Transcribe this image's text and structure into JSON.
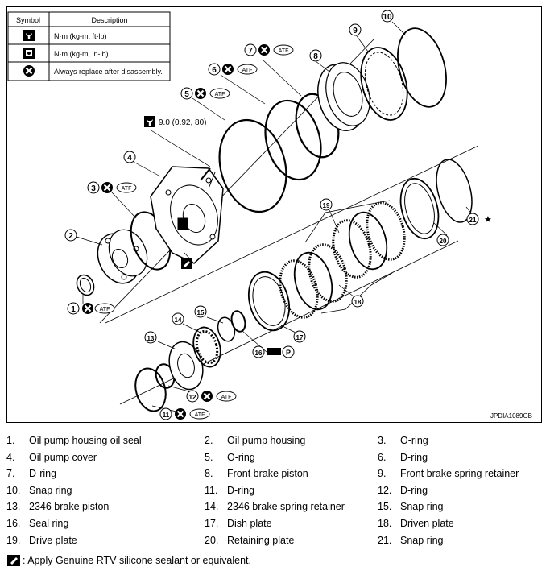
{
  "legend": {
    "header_symbol": "Symbol",
    "header_description": "Description",
    "rows": [
      {
        "icon": "torque-wrench-icon",
        "text": "N·m (kg-m, ft-lb)"
      },
      {
        "icon": "torque-wrench-small-icon",
        "text": "N·m (kg-m, in-lb)"
      },
      {
        "icon": "replace-x-icon",
        "text": "Always replace after disassembly."
      }
    ]
  },
  "torque_note": "9.0 (0.92, 80)",
  "atf_tag": "ATF",
  "p_tag": "P",
  "figure_code": "JPDIA1089GB",
  "callouts": [
    "1",
    "2",
    "3",
    "4",
    "5",
    "6",
    "7",
    "8",
    "9",
    "10",
    "11",
    "12",
    "13",
    "14",
    "15",
    "16",
    "17",
    "18",
    "19",
    "20",
    "21"
  ],
  "star": "★",
  "parts": [
    {
      "num": "1.",
      "name": "Oil pump housing oil seal"
    },
    {
      "num": "2.",
      "name": "Oil pump housing"
    },
    {
      "num": "3.",
      "name": "O-ring"
    },
    {
      "num": "4.",
      "name": "Oil pump cover"
    },
    {
      "num": "5.",
      "name": "O-ring"
    },
    {
      "num": "6.",
      "name": "D-ring"
    },
    {
      "num": "7.",
      "name": "D-ring"
    },
    {
      "num": "8.",
      "name": "Front brake piston"
    },
    {
      "num": "9.",
      "name": "Front brake spring retainer"
    },
    {
      "num": "10.",
      "name": "Snap ring"
    },
    {
      "num": "11.",
      "name": "D-ring"
    },
    {
      "num": "12.",
      "name": "D-ring"
    },
    {
      "num": "13.",
      "name": "2346 brake piston"
    },
    {
      "num": "14.",
      "name": "2346 brake spring retainer"
    },
    {
      "num": "15.",
      "name": "Snap ring"
    },
    {
      "num": "16.",
      "name": "Seal ring"
    },
    {
      "num": "17.",
      "name": "Dish plate"
    },
    {
      "num": "18.",
      "name": "Driven plate"
    },
    {
      "num": "19.",
      "name": "Drive plate"
    },
    {
      "num": "20.",
      "name": "Retaining plate"
    },
    {
      "num": "21.",
      "name": "Snap ring"
    }
  ],
  "footnote": ": Apply Genuine RTV silicone sealant or equivalent."
}
